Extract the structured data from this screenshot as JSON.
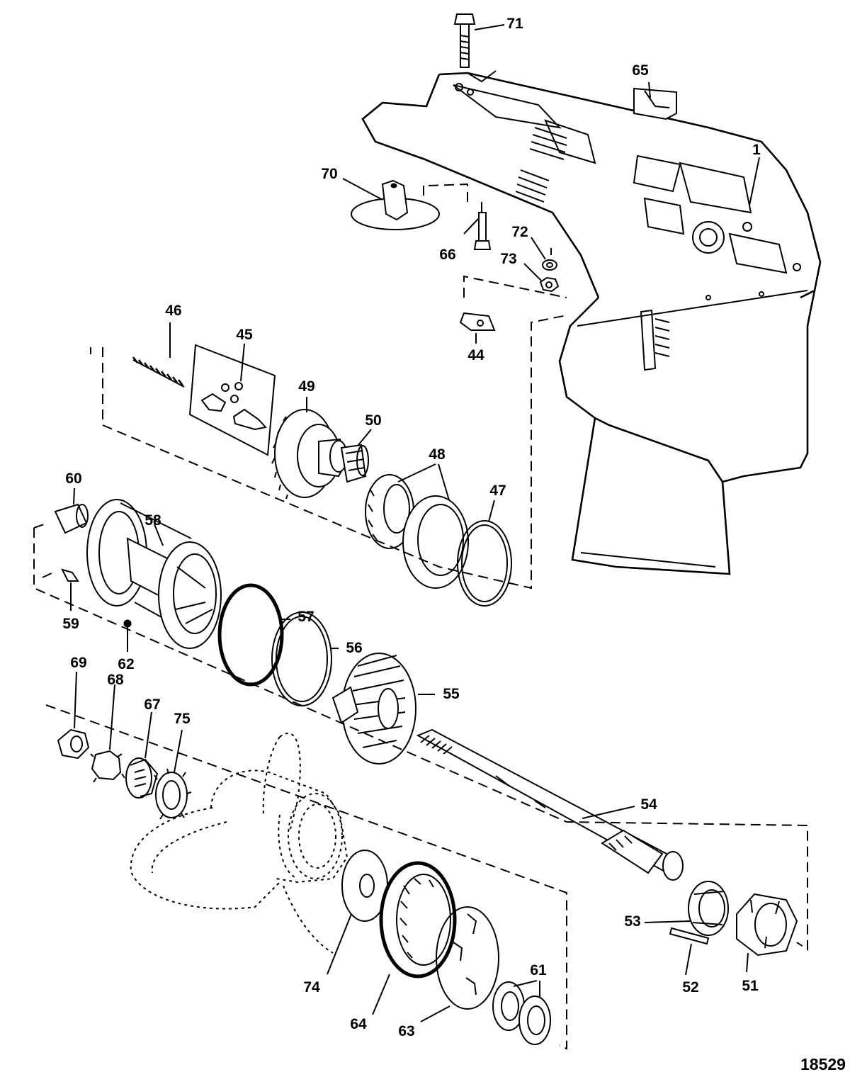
{
  "figure_number": "18529",
  "callouts": [
    {
      "id": "1",
      "label": "1"
    },
    {
      "id": "44",
      "label": "44"
    },
    {
      "id": "45",
      "label": "45"
    },
    {
      "id": "46",
      "label": "46"
    },
    {
      "id": "47",
      "label": "47"
    },
    {
      "id": "48",
      "label": "48"
    },
    {
      "id": "49",
      "label": "49"
    },
    {
      "id": "50",
      "label": "50"
    },
    {
      "id": "51",
      "label": "51"
    },
    {
      "id": "52",
      "label": "52"
    },
    {
      "id": "53",
      "label": "53"
    },
    {
      "id": "54",
      "label": "54"
    },
    {
      "id": "55",
      "label": "55"
    },
    {
      "id": "56",
      "label": "56"
    },
    {
      "id": "57",
      "label": "57"
    },
    {
      "id": "58",
      "label": "58"
    },
    {
      "id": "59",
      "label": "59"
    },
    {
      "id": "60",
      "label": "60"
    },
    {
      "id": "61",
      "label": "61"
    },
    {
      "id": "62",
      "label": "62"
    },
    {
      "id": "63",
      "label": "63"
    },
    {
      "id": "64",
      "label": "64"
    },
    {
      "id": "65",
      "label": "65"
    },
    {
      "id": "66",
      "label": "66"
    },
    {
      "id": "67",
      "label": "67"
    },
    {
      "id": "68",
      "label": "68"
    },
    {
      "id": "69",
      "label": "69"
    },
    {
      "id": "70",
      "label": "70"
    },
    {
      "id": "71",
      "label": "71"
    },
    {
      "id": "72",
      "label": "72"
    },
    {
      "id": "73",
      "label": "73"
    },
    {
      "id": "74",
      "label": "74"
    },
    {
      "id": "75",
      "label": "75"
    }
  ]
}
